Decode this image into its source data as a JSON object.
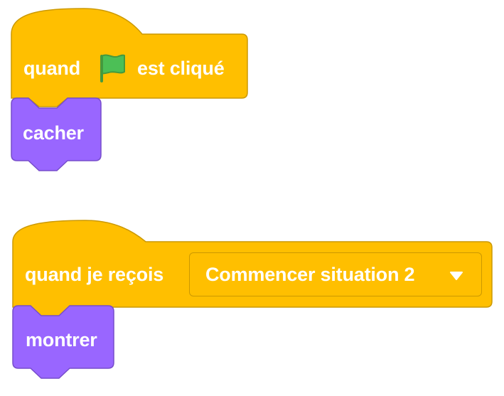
{
  "script1": {
    "hat_block": {
      "text_before": "quand",
      "icon": "green-flag-icon",
      "text_after": "est cliqué"
    },
    "stack_block": {
      "label": "cacher"
    }
  },
  "script2": {
    "hat_block": {
      "label": "quand je reçois",
      "dropdown": {
        "value": "Commencer situation 2",
        "icon": "chevron-down-icon"
      }
    },
    "stack_block": {
      "label": "montrer"
    }
  },
  "colors": {
    "events_fill": "#ffbf00",
    "events_stroke": "#cc9900",
    "looks_fill": "#9966ff",
    "looks_stroke": "#774dcb",
    "flag_fill": "#4cbf56",
    "flag_stroke": "#45993d",
    "text": "#ffffff"
  }
}
